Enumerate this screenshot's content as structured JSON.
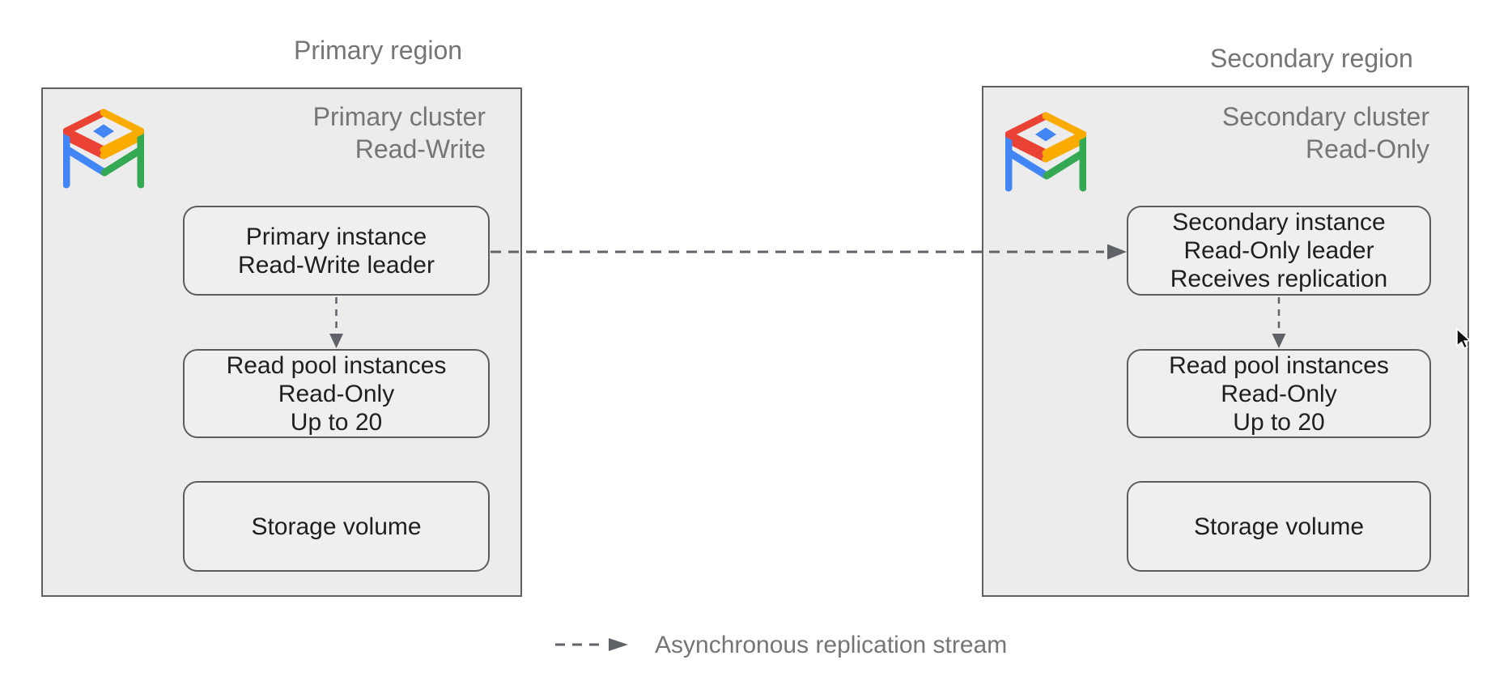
{
  "primary": {
    "region_title": "Primary region",
    "cluster_title": [
      "Primary cluster",
      "Read-Write"
    ],
    "instance": [
      "Primary instance",
      "Read-Write leader"
    ],
    "read_pool": [
      "Read pool instances",
      "Read-Only",
      "Up to 20"
    ],
    "storage": [
      "Storage volume"
    ]
  },
  "secondary": {
    "region_title": "Secondary region",
    "cluster_title": [
      "Secondary cluster",
      "Read-Only"
    ],
    "instance": [
      "Secondary instance",
      "Read-Only leader",
      "Receives replication"
    ],
    "read_pool": [
      "Read pool instances",
      "Read-Only",
      "Up to 20"
    ],
    "storage": [
      "Storage volume"
    ]
  },
  "legend": {
    "label": "Asynchronous replication stream"
  },
  "icons": {
    "cluster_icon": "alloydb-icon"
  },
  "colors": {
    "cluster_fill": "#ececec",
    "box_fill": "#efefef",
    "cluster_border": "#606060",
    "box_border": "#595d60",
    "text_dark": "#1f1f1f",
    "text_gray": "#757575",
    "arrow": "#5f6368",
    "icon_red": "#EA4335",
    "icon_yellow": "#F9AB00",
    "icon_green": "#34A853",
    "icon_blue": "#4285F4"
  }
}
